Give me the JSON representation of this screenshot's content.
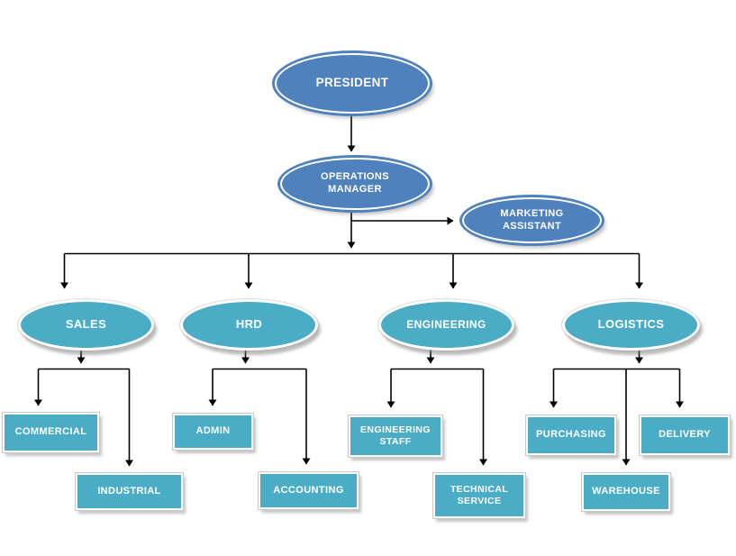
{
  "colors": {
    "level1_fill": "#4F81BD",
    "level2_fill": "#4BACC6",
    "connector": "#000000",
    "text": "#FFFFFF"
  },
  "nodes": {
    "president": {
      "label": "PRESIDENT"
    },
    "operations_manager": {
      "label": "OPERATIONS MANAGER"
    },
    "marketing_assistant": {
      "label": "MARKETING ASSISTANT"
    },
    "sales": {
      "label": "SALES"
    },
    "hrd": {
      "label": "HRD"
    },
    "engineering": {
      "label": "ENGINEERING"
    },
    "logistics": {
      "label": "LOGISTICS"
    },
    "commercial": {
      "label": "COMMERCIAL"
    },
    "industrial": {
      "label": "INDUSTRIAL"
    },
    "admin": {
      "label": "ADMIN"
    },
    "accounting": {
      "label": "ACCOUNTING"
    },
    "engineering_staff": {
      "label": "ENGINEERING STAFF"
    },
    "technical_service": {
      "label": "TECHNICAL SERVICE"
    },
    "purchasing": {
      "label": "PURCHASING"
    },
    "delivery": {
      "label": "DELIVERY"
    },
    "warehouse": {
      "label": "WAREHOUSE"
    }
  },
  "hierarchy": [
    {
      "parent": "PRESIDENT",
      "child": "OPERATIONS MANAGER"
    },
    {
      "parent": "OPERATIONS MANAGER",
      "child": "MARKETING ASSISTANT"
    },
    {
      "parent": "OPERATIONS MANAGER",
      "child": "SALES"
    },
    {
      "parent": "OPERATIONS MANAGER",
      "child": "HRD"
    },
    {
      "parent": "OPERATIONS MANAGER",
      "child": "ENGINEERING"
    },
    {
      "parent": "OPERATIONS MANAGER",
      "child": "LOGISTICS"
    },
    {
      "parent": "SALES",
      "child": "COMMERCIAL"
    },
    {
      "parent": "SALES",
      "child": "INDUSTRIAL"
    },
    {
      "parent": "HRD",
      "child": "ADMIN"
    },
    {
      "parent": "HRD",
      "child": "ACCOUNTING"
    },
    {
      "parent": "ENGINEERING",
      "child": "ENGINEERING STAFF"
    },
    {
      "parent": "ENGINEERING",
      "child": "TECHNICAL SERVICE"
    },
    {
      "parent": "LOGISTICS",
      "child": "PURCHASING"
    },
    {
      "parent": "LOGISTICS",
      "child": "DELIVERY"
    },
    {
      "parent": "LOGISTICS",
      "child": "WAREHOUSE"
    }
  ]
}
